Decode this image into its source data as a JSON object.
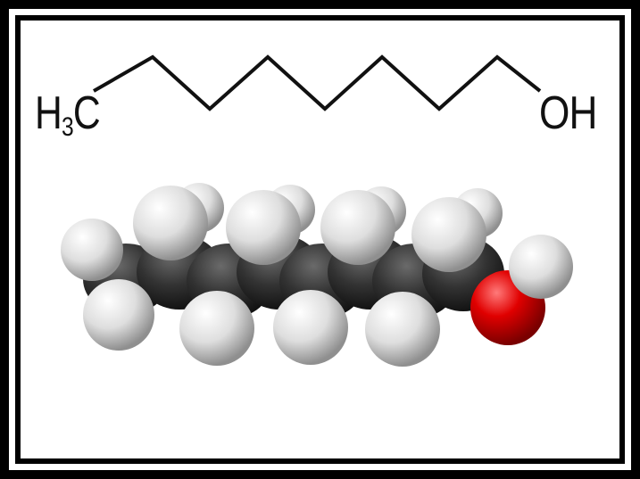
{
  "figure": {
    "left_group_label": "H",
    "left_group_subscript": "3",
    "left_group_tail": "C",
    "right_group_label": "OH"
  },
  "colors": {
    "frame": "#000000",
    "background": "#ffffff",
    "bond_line": "#111111",
    "hydrogen": "#e8e8e8",
    "carbon": "#2f2f2f",
    "oxygen": "#e00000"
  },
  "molecule": {
    "skeletal_vertices": 9,
    "carbon_atoms": 8,
    "hydrogen_atoms": 18,
    "oxygen_atoms": 1
  }
}
